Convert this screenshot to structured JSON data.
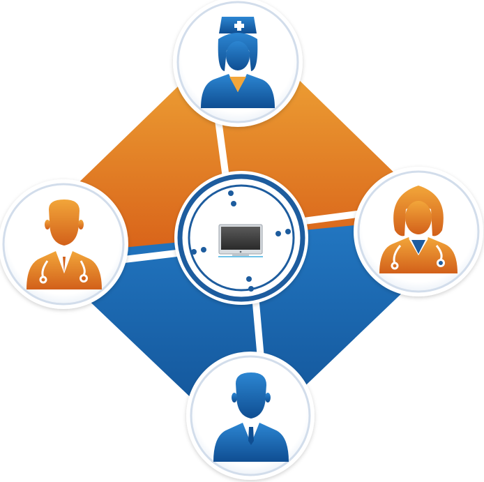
{
  "diagram": {
    "type": "hub-and-spoke",
    "center": {
      "icon": "monitor-icon"
    },
    "nodes": [
      {
        "id": "top",
        "icon": "nurse-icon",
        "palette": "blue"
      },
      {
        "id": "left",
        "icon": "male-doctor-icon",
        "palette": "orange"
      },
      {
        "id": "right",
        "icon": "female-doctor-icon",
        "palette": "orange"
      },
      {
        "id": "bottom",
        "icon": "businessman-icon",
        "palette": "blue"
      }
    ]
  },
  "colors": {
    "orange_light": "#F4B63E",
    "orange_dark": "#D9641A",
    "blue_light": "#2378C3",
    "blue_dark": "#0E4A8C",
    "ring_outer": "#D2DDEB",
    "ring_inner": "#FFFFFF",
    "hub_ring": "#1D5C9E",
    "spoke": "#FFFFFF"
  }
}
